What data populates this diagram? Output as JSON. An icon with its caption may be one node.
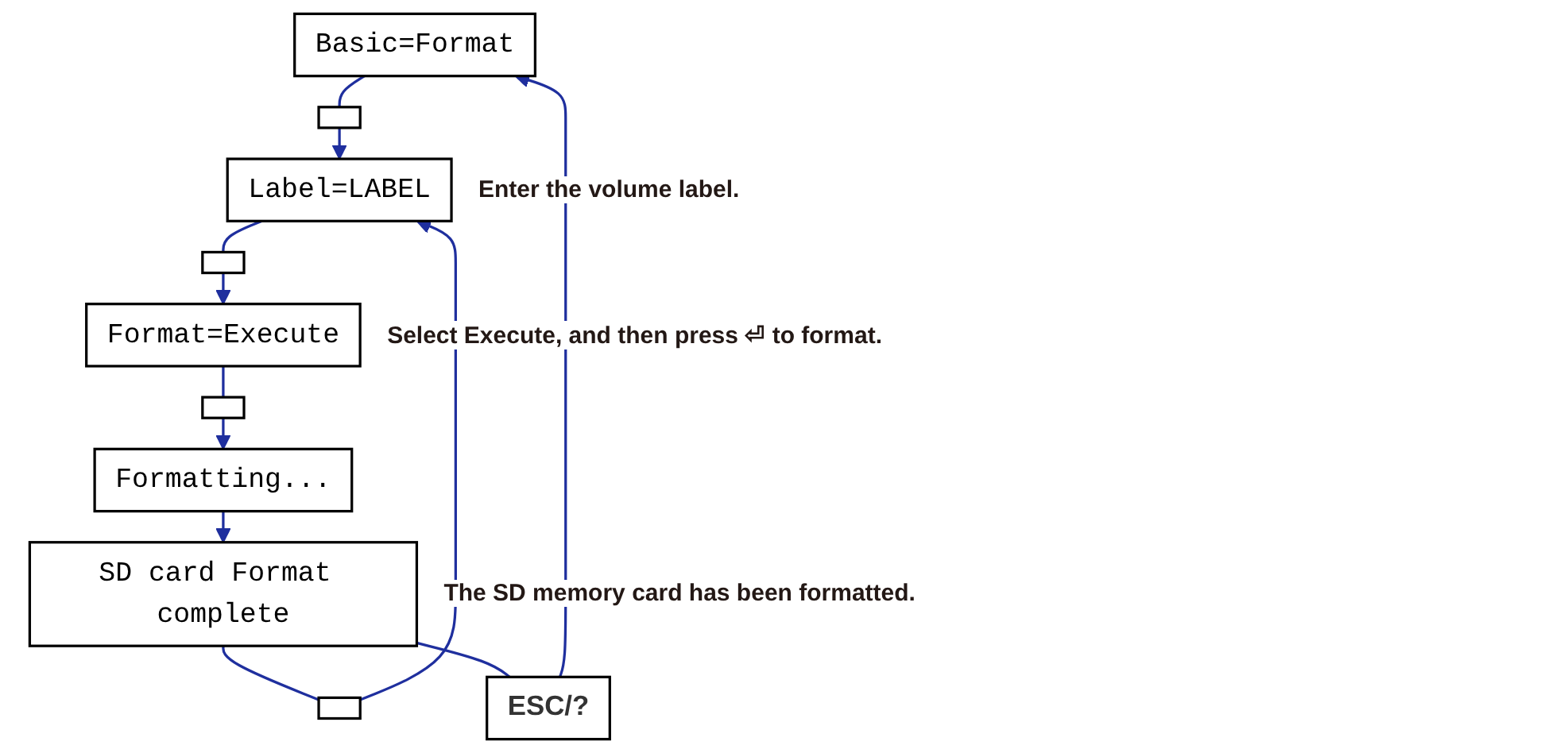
{
  "diagram": {
    "nodes": [
      {
        "text": [
          "Basic=Format"
        ]
      },
      {
        "text": [],
        "shape": "box"
      },
      {
        "text": [
          "Label=LABEL"
        ],
        "beside": [
          "Enter the volume label."
        ]
      },
      {
        "text": [],
        "shape": "box"
      },
      {
        "text": [
          "Format=Execute"
        ],
        "beside": [
          "Select Execute, and then press ⏎ to format."
        ]
      },
      {
        "text": [],
        "shape": "box"
      },
      {
        "text": [
          "Formatting..."
        ]
      },
      {
        "text": [
          "SD card Format complete"
        ],
        "beside": [
          "The SD memory card has been formatted."
        ]
      },
      {
        "text": [],
        "shape": "box"
      },
      {
        "text": [
          "ESC/?"
        ]
      }
    ],
    "edges": [
      {
        "from": 0,
        "to": 1,
        "arrow": "none"
      },
      {
        "from": 1,
        "to": 2,
        "arrow": "to"
      },
      {
        "from": 2,
        "to": 3,
        "arrow": "none"
      },
      {
        "from": 3,
        "to": 4,
        "arrow": "to"
      },
      {
        "from": 4,
        "to": 5,
        "arrow": "none"
      },
      {
        "from": 5,
        "to": 6,
        "arrow": "to"
      },
      {
        "from": 6,
        "to": 7,
        "arrow": "to"
      },
      {
        "from": 7,
        "to": 8,
        "arrow": "none"
      },
      {
        "from": 8,
        "to": 2,
        "arrow": "to"
      },
      {
        "from": 7,
        "to": 9,
        "arrow": "none"
      },
      {
        "from": 9,
        "to": 0,
        "arrow": "to"
      }
    ]
  }
}
